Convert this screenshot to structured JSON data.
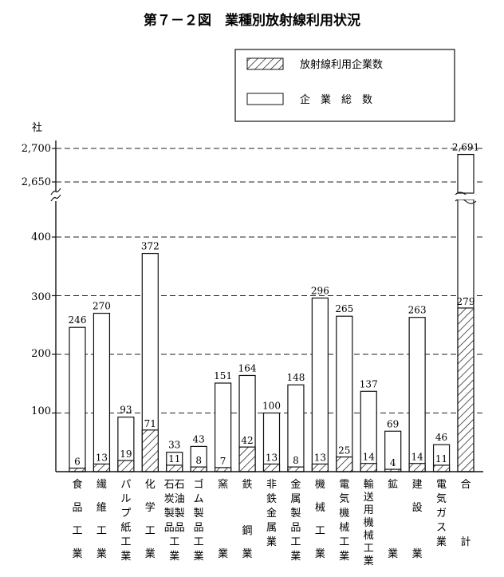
{
  "chart_data": {
    "type": "bar",
    "title": "第７－２図　業種別放射線利用状況",
    "ylabel": "社",
    "legend": {
      "position": "top-right",
      "items": [
        {
          "label": "放射線利用企業数",
          "pattern": "hatched"
        },
        {
          "label": "企　業　総　数",
          "pattern": "plain"
        }
      ]
    },
    "y_ticks_lower": [
      "100",
      "200",
      "300",
      "400"
    ],
    "y_ticks_upper": [
      "2,650",
      "2,700"
    ],
    "axis_break": {
      "lower_max": 400,
      "upper_min": 2650,
      "upper_max": 2700
    },
    "ylim": [
      0,
      2700
    ],
    "categories": [
      "食品工業",
      "繊維工業",
      "パルプ紙工業",
      "化学工業",
      "石炭製品工業",
      "石油製品工業",
      "ゴム製品工業",
      "窯業",
      "鉄鋼業",
      "非鉄金属業",
      "金属製品工業",
      "機械工業",
      "電気機械工業",
      "輸送用機械工業",
      "鉱業",
      "建設業",
      "電気ガス業",
      "合計"
    ],
    "bar_groups": [
      {
        "label_lines": [
          "食",
          "品",
          "工",
          "業"
        ],
        "total": 246,
        "total_label": "246",
        "rad": 6,
        "rad_label": "6"
      },
      {
        "label_lines": [
          "繊",
          "維",
          "工",
          "業"
        ],
        "total": 270,
        "total_label": "270",
        "rad": 13,
        "rad_label": "13"
      },
      {
        "label_lines": [
          "パ",
          "ル",
          "プ",
          "紙",
          "工",
          "業"
        ],
        "total": 93,
        "total_label": "93",
        "rad": 19,
        "rad_label": "19"
      },
      {
        "label_lines": [
          "化",
          "学",
          "工",
          "業"
        ],
        "total": 372,
        "total_label": "372",
        "rad": 71,
        "rad_label": "71"
      },
      {
        "label_lines": [
          "石石",
          "炭油",
          "製製",
          "品品",
          "工",
          "業"
        ],
        "total": 33,
        "total_label": "33",
        "rad": 11,
        "rad_label": "11"
      },
      {
        "label_lines": [
          "ゴ",
          "ム",
          "製",
          "品",
          "工",
          "業"
        ],
        "total": 43,
        "total_label": "43",
        "rad": 8,
        "rad_label": "8"
      },
      {
        "label_lines": [
          "窯",
          "",
          "",
          "業"
        ],
        "total": 151,
        "total_label": "151",
        "rad": 7,
        "rad_label": "7"
      },
      {
        "label_lines": [
          "鉄",
          "",
          "鋼",
          "業"
        ],
        "total": 164,
        "total_label": "164",
        "rad": 42,
        "rad_label": "42"
      },
      {
        "label_lines": [
          "非",
          "鉄",
          "金",
          "属",
          "業"
        ],
        "total": 100,
        "total_label": "100",
        "rad": 13,
        "rad_label": "13"
      },
      {
        "label_lines": [
          "金",
          "属",
          "製",
          "品",
          "工",
          "業"
        ],
        "total": 148,
        "total_label": "148",
        "rad": 8,
        "rad_label": "8"
      },
      {
        "label_lines": [
          "機",
          "械",
          "工",
          "業"
        ],
        "total": 296,
        "total_label": "296",
        "rad": 13,
        "rad_label": "13"
      },
      {
        "label_lines": [
          "電",
          "気",
          "機",
          "械",
          "工",
          "業"
        ],
        "total": 265,
        "total_label": "265",
        "rad": 25,
        "rad_label": "25"
      },
      {
        "label_lines": [
          "輸",
          "送",
          "用",
          "機",
          "械",
          "工",
          "業"
        ],
        "total": 137,
        "total_label": "137",
        "rad": 14,
        "rad_label": "14"
      },
      {
        "label_lines": [
          "鉱",
          "",
          "",
          "業"
        ],
        "total": 69,
        "total_label": "69",
        "rad": 4,
        "rad_label": "4"
      },
      {
        "label_lines": [
          "建",
          "設",
          "",
          "業"
        ],
        "total": 263,
        "total_label": "263",
        "rad": 14,
        "rad_label": "14"
      },
      {
        "label_lines": [
          "電",
          "気",
          "ガ",
          "ス",
          "業"
        ],
        "total": 46,
        "total_label": "46",
        "rad": 11,
        "rad_label": "11"
      },
      {
        "label_lines": [
          "合",
          "",
          "",
          "",
          "計"
        ],
        "total": 2691,
        "total_label": "2,691",
        "rad": 279,
        "rad_label": "279"
      }
    ]
  }
}
